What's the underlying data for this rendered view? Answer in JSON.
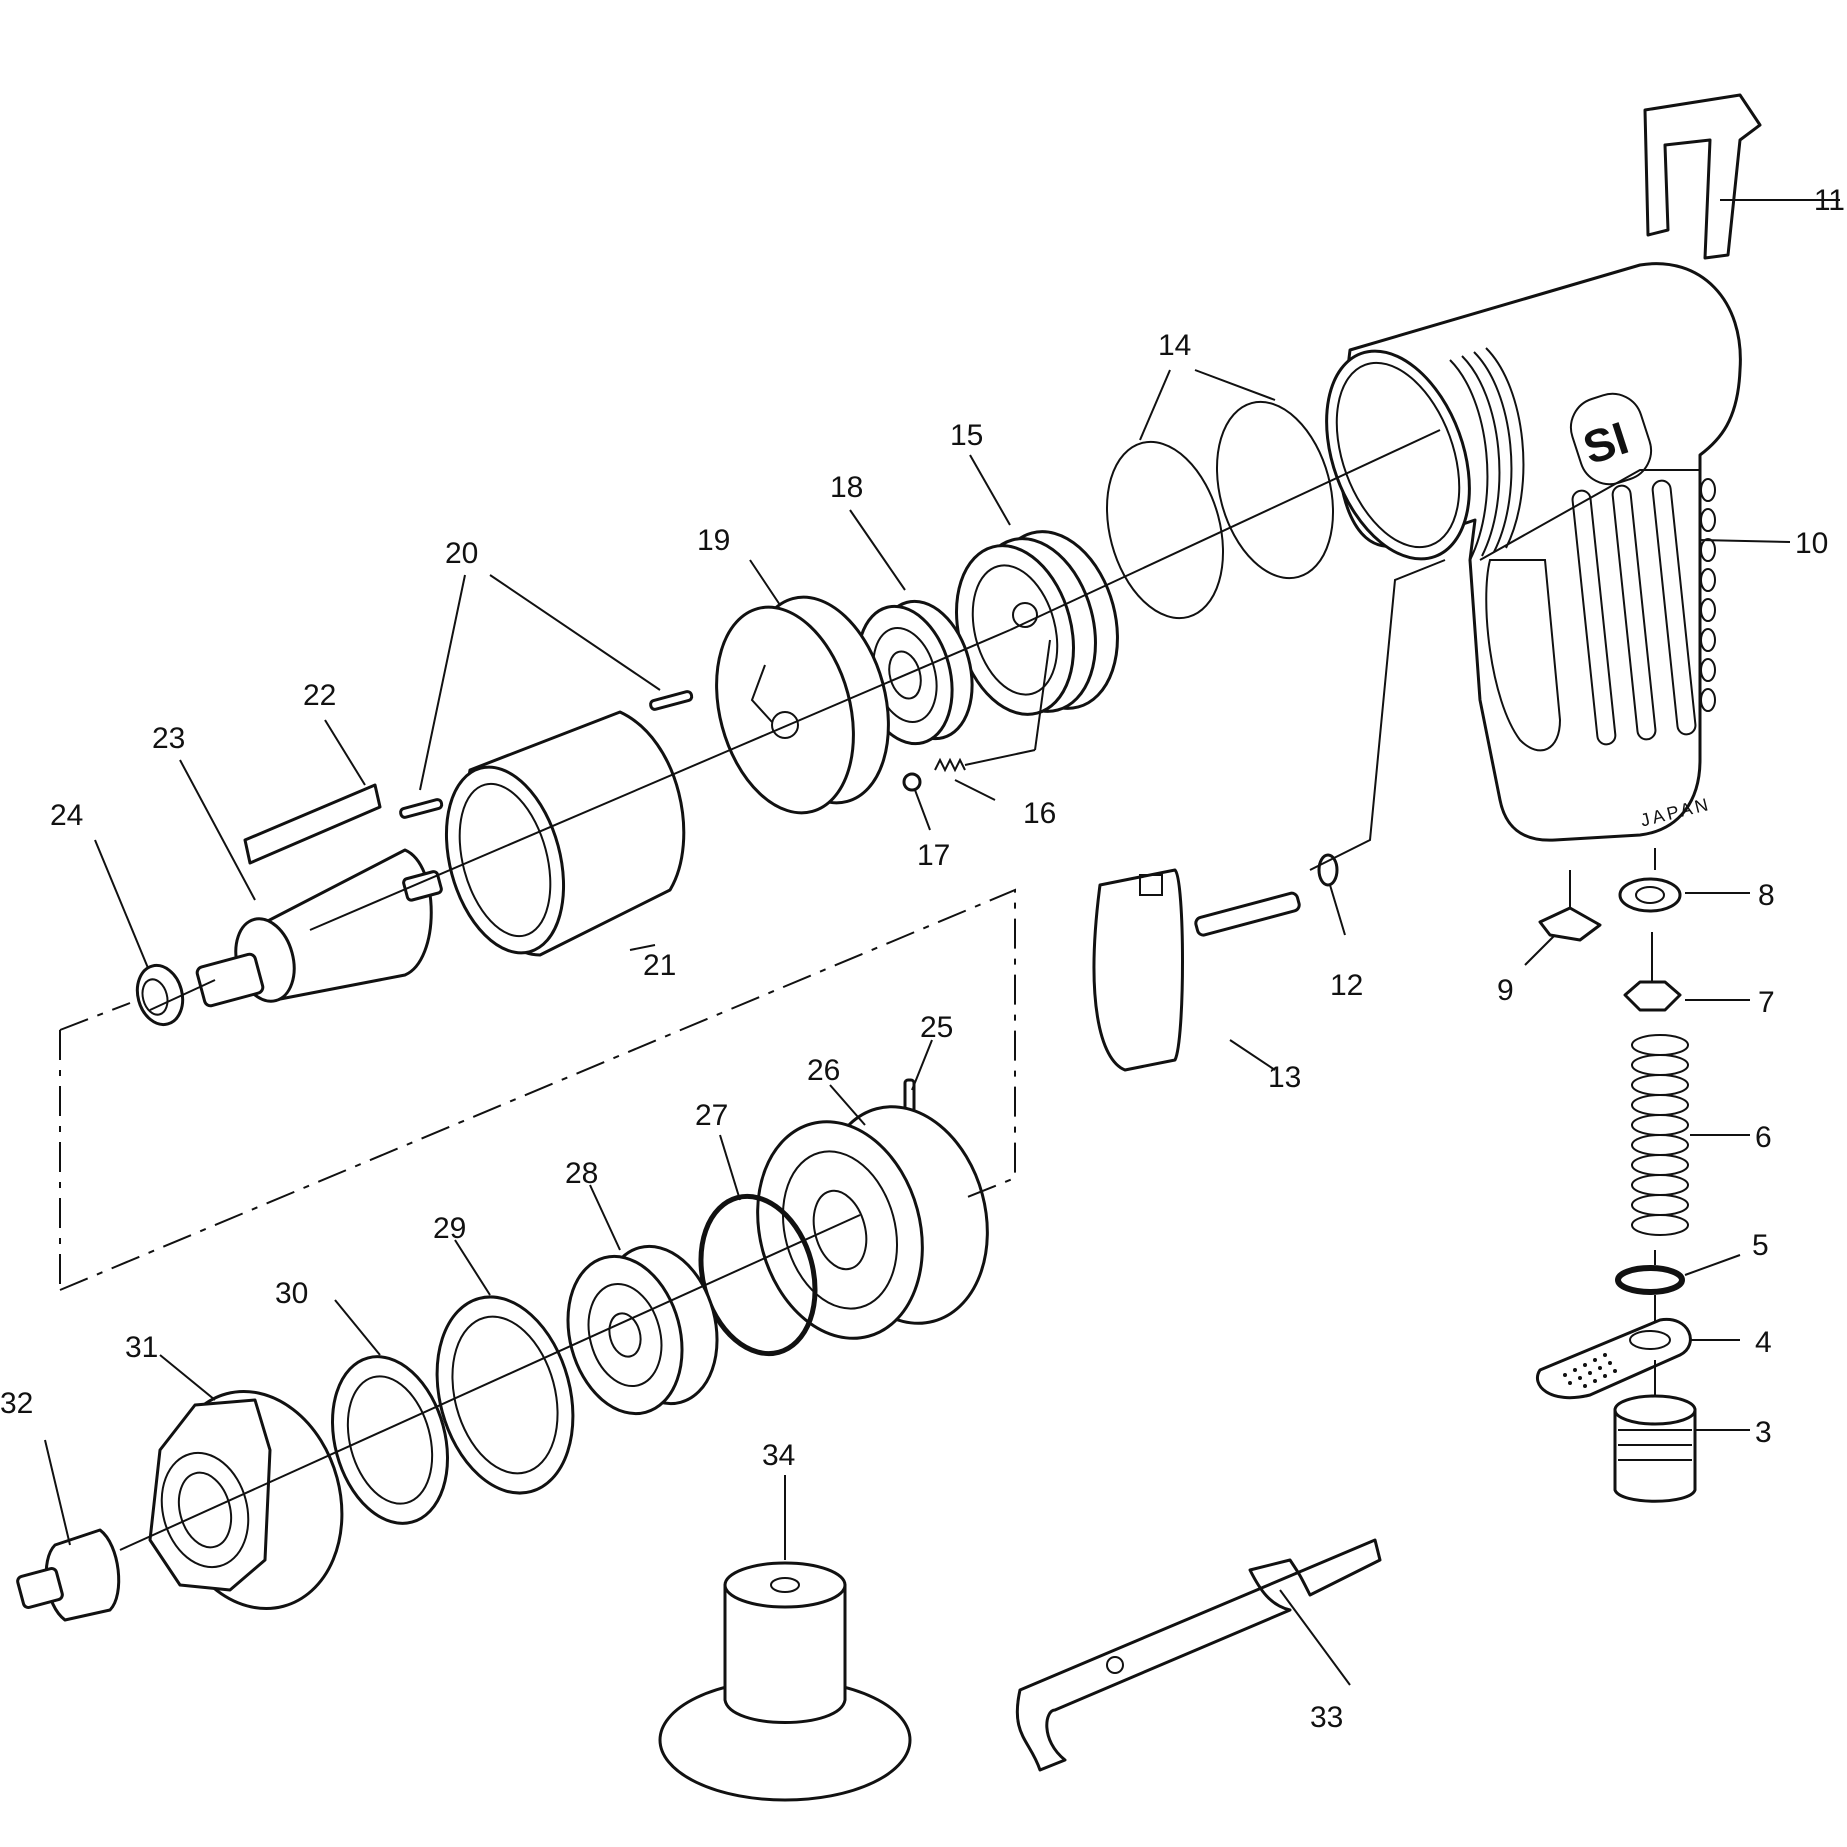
{
  "diagram": {
    "body_mark": "JAPAN",
    "logo_text": "SI",
    "callouts": [
      {
        "id": "c1",
        "label": "11"
      },
      {
        "id": "c2",
        "label": "10"
      },
      {
        "id": "c3",
        "label": "14"
      },
      {
        "id": "c4",
        "label": "15"
      },
      {
        "id": "c5",
        "label": "18"
      },
      {
        "id": "c6",
        "label": "19"
      },
      {
        "id": "c7",
        "label": "20"
      },
      {
        "id": "c8",
        "label": "22"
      },
      {
        "id": "c9",
        "label": "23"
      },
      {
        "id": "c10",
        "label": "24"
      },
      {
        "id": "c11",
        "label": "21"
      },
      {
        "id": "c12",
        "label": "16"
      },
      {
        "id": "c13",
        "label": "17"
      },
      {
        "id": "c14",
        "label": "12"
      },
      {
        "id": "c15",
        "label": "13"
      },
      {
        "id": "c16",
        "label": "8"
      },
      {
        "id": "c17",
        "label": "9"
      },
      {
        "id": "c18",
        "label": "7"
      },
      {
        "id": "c19",
        "label": "6"
      },
      {
        "id": "c20",
        "label": "5"
      },
      {
        "id": "c21",
        "label": "4"
      },
      {
        "id": "c22",
        "label": "3"
      },
      {
        "id": "c23",
        "label": "25"
      },
      {
        "id": "c24",
        "label": "26"
      },
      {
        "id": "c25",
        "label": "27"
      },
      {
        "id": "c26",
        "label": "28"
      },
      {
        "id": "c27",
        "label": "29"
      },
      {
        "id": "c28",
        "label": "30"
      },
      {
        "id": "c29",
        "label": "31"
      },
      {
        "id": "c30",
        "label": "32"
      },
      {
        "id": "c31",
        "label": "34"
      },
      {
        "id": "c32",
        "label": "33"
      }
    ]
  }
}
